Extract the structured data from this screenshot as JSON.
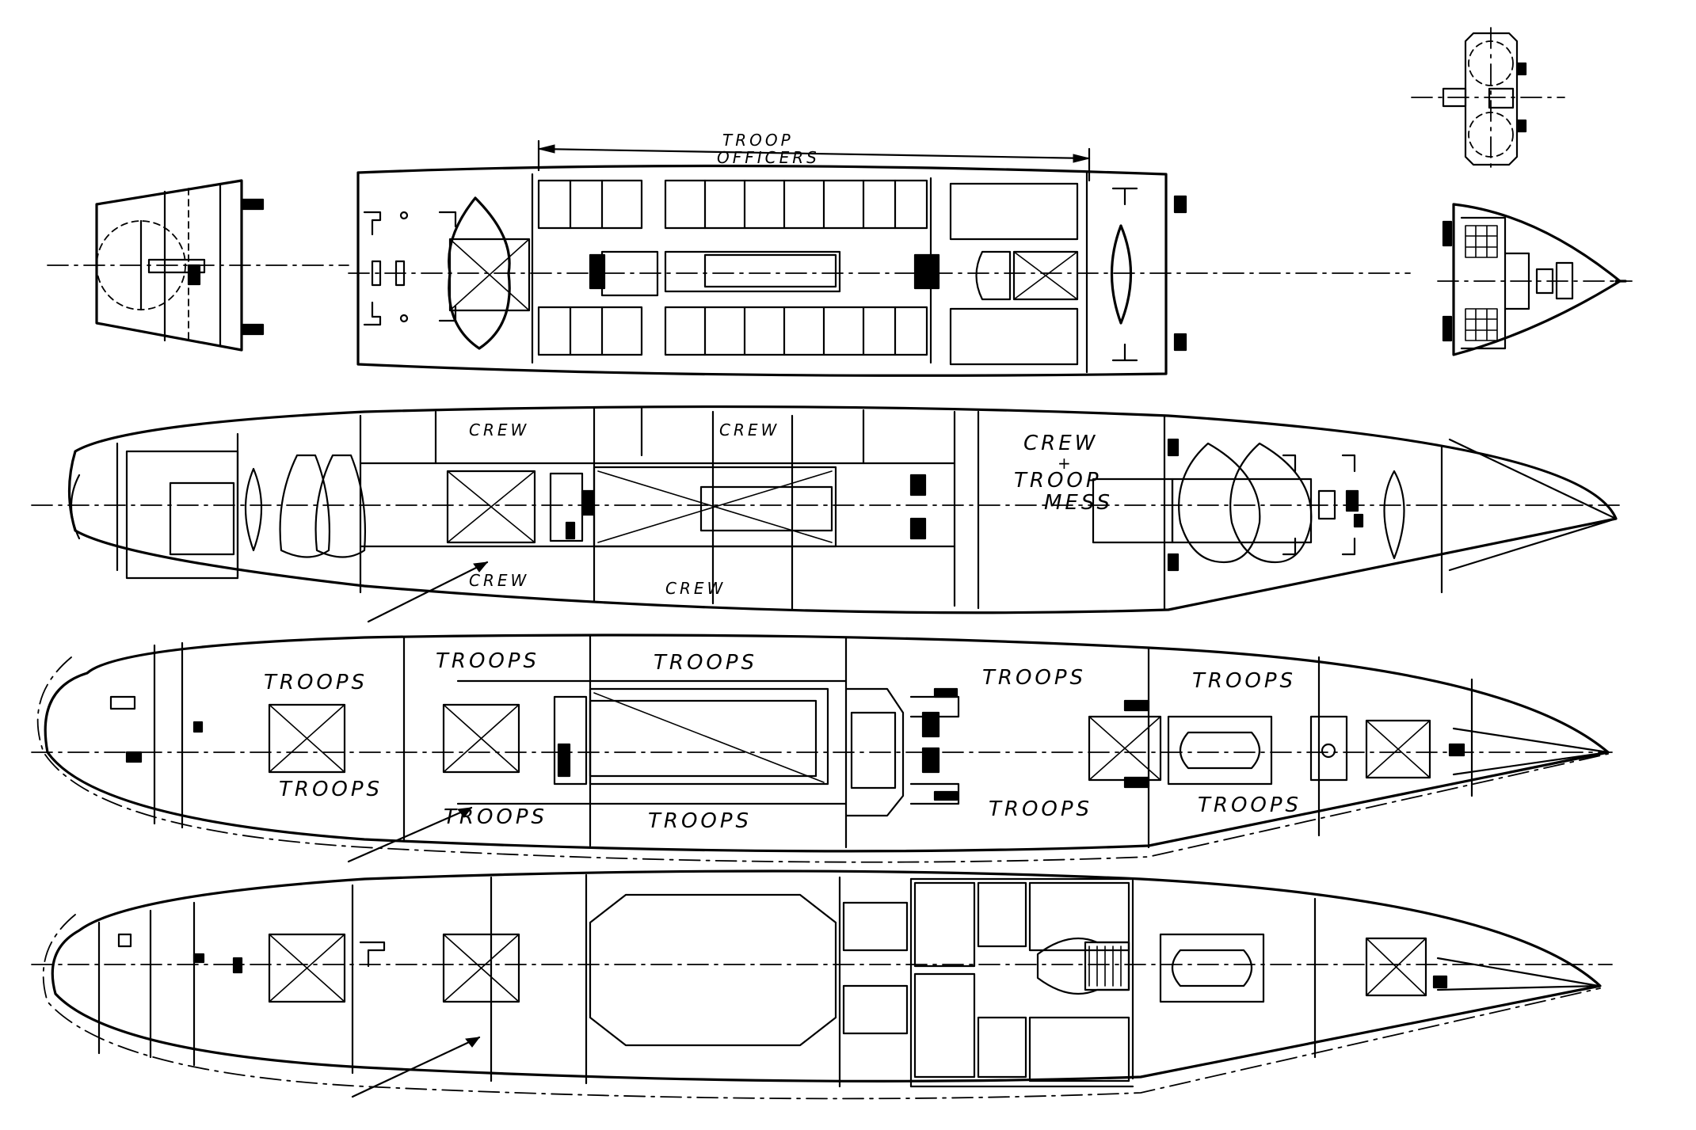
{
  "diagram": {
    "subject": "Troopship deck plans",
    "colors": {
      "ink": "#000000",
      "paper": "#ffffff"
    }
  },
  "boat_deck": {
    "dimension_label_line1": "TROOP",
    "dimension_label_line2": "OFFICERS"
  },
  "upper_deck": {
    "crew_label_1": "CREW",
    "crew_label_2": "CREW",
    "crew_label_3": "CREW",
    "crew_label_4": "CREW",
    "mess_label_line1": "CREW",
    "mess_label_line2": "+",
    "mess_label_line3": "TROOP",
    "mess_label_line4": "MESS"
  },
  "main_deck": {
    "troops_labels": [
      "TROOPS",
      "TROOPS",
      "TROOPS",
      "TROOPS",
      "TROOPS",
      "TROOPS",
      "TROOPS",
      "TROOPS",
      "TROOPS",
      "TROOPS"
    ]
  }
}
